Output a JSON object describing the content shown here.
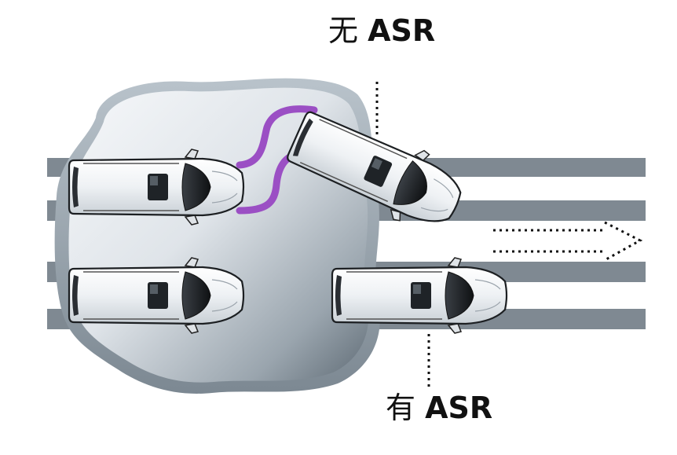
{
  "labels": {
    "without": {
      "cjk": "无",
      "en": "ASR"
    },
    "with": {
      "cjk": "有",
      "en": "ASR"
    }
  },
  "colors": {
    "road_stripe": "#7f8992",
    "ice_light": "#eef1f4",
    "ice_dark": "#5a6670",
    "skid_track": "#9b4fc4",
    "car_body": "#f4f6f8",
    "car_glass": "#1a1d21"
  },
  "icons": {
    "arrow": "dotted-right-arrow"
  }
}
